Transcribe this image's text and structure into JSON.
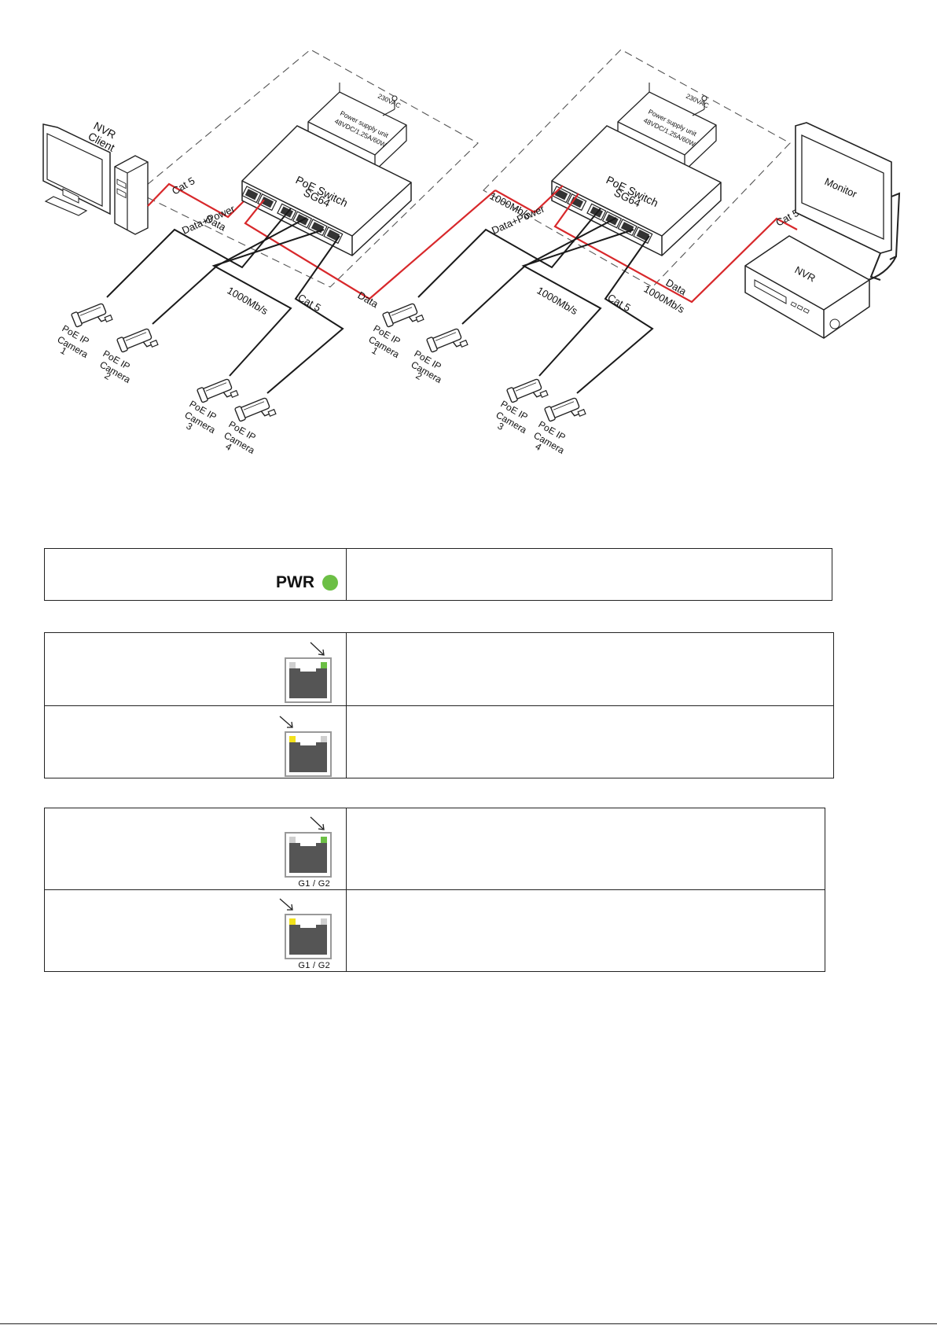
{
  "colors": {
    "link": "#d8282b",
    "line": "#1a1a1a",
    "power_led": "#6cbf45",
    "speed_led": "#6cbf45",
    "link_led": "#f2e11b",
    "port_body": "#555555"
  },
  "diagram": {
    "left": {
      "pc_label": "NVR\nClient",
      "psu_line1": "Power supply unit",
      "psu_line2": "48VDC/1.25A/60W",
      "ac": "230VAC",
      "switch_name": "PoE Switch",
      "switch_model": "SG64",
      "cat5_a": "Cat 5",
      "data_a": "Data",
      "data_power": "Data+Power",
      "speed": "1000Mb/s",
      "cat5_b": "Cat 5",
      "data_b": "Data",
      "camera_prefix": "PoE IP",
      "camera_word": "Camera",
      "cam_numbers": [
        "1",
        "2",
        "3",
        "4"
      ]
    },
    "right": {
      "psu_line1": "Power supply unit",
      "psu_line2": "48VDC/1.25A/60W",
      "ac": "230VAC",
      "switch_name": "PoE Switch",
      "switch_model": "SG64",
      "speed_a": "1000Mb/s",
      "data_power": "Data+Power",
      "speed_b": "1000Mb/s",
      "cat5_b": "Cat 5",
      "data_c": "Data",
      "speed_c": "1000Mb/s",
      "cat5_c": "Cat 5",
      "monitor": "Monitor",
      "nvr": "NVR",
      "camera_prefix": "PoE IP",
      "camera_word": "Camera",
      "cam_numbers": [
        "1",
        "2",
        "3",
        "4"
      ]
    }
  },
  "tables": {
    "power": {
      "label": "PWR",
      "icon": "green-dot-icon"
    },
    "port_leds": [
      {
        "led_color": "green",
        "icon": "rj45-port-icon"
      },
      {
        "led_color": "yellow",
        "icon": "rj45-port-icon"
      }
    ],
    "uplink_leds": [
      {
        "led_color": "green",
        "label": "G1 / G2",
        "icon": "rj45-port-icon"
      },
      {
        "led_color": "yellow",
        "label": "G1 / G2",
        "icon": "rj45-port-icon"
      }
    ]
  }
}
